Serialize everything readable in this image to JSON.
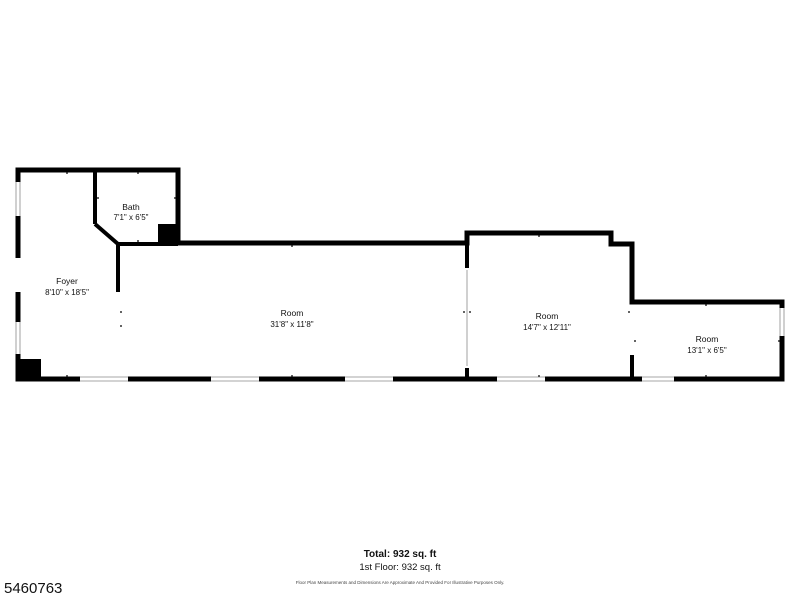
{
  "rooms": {
    "foyer": {
      "name": "Foyer",
      "dims": "8'10\" x 18'5\""
    },
    "bath": {
      "name": "Bath",
      "dims": "7'1\" x 6'5\""
    },
    "room_main": {
      "name": "Room",
      "dims": "31'8\" x 11'8\""
    },
    "room_mid": {
      "name": "Room",
      "dims": "14'7\" x 12'11\""
    },
    "room_right": {
      "name": "Room",
      "dims": "13'1\" x 6'5\""
    }
  },
  "summary": {
    "total": "Total: 932 sq. ft",
    "floor": "1st Floor: 932 sq. ft",
    "disclaimer": "Floor Plan Measurements and Dimensions Are Approximate And Provided For Illustrative Purposes Only."
  },
  "listing_id": "5460763",
  "colors": {
    "wall": "#000000",
    "window": "#8a8a8a",
    "background": "#ffffff"
  }
}
